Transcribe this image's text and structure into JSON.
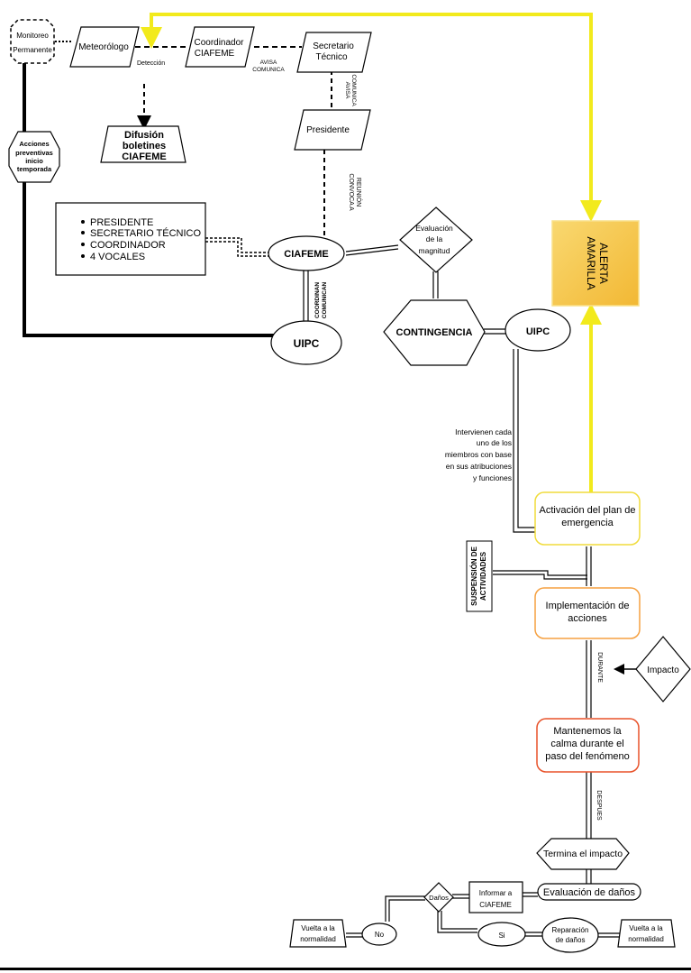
{
  "nodes": {
    "monitoreo": [
      "Monitoreo",
      "Permanente"
    ],
    "meteorologo": "Meteorólogo",
    "coordinador": [
      "Coordinador",
      "CIAFEME"
    ],
    "secretario": [
      "Secretario",
      "Técnico"
    ],
    "presidente": "Presidente",
    "difusion": [
      "Difusión",
      "boletines",
      "CIAFEME"
    ],
    "acciones_preventivas": [
      "Acciones",
      "preventivas",
      "inicio",
      "temporada"
    ],
    "members_list": [
      "PRESIDENTE",
      "SECRETARIO TÉCNICO",
      "COORDINADOR",
      "4 VOCALES"
    ],
    "ciafeme": "CIAFEME",
    "evaluacion_magnitud": [
      "Evaluación",
      "de la",
      "magnitud"
    ],
    "uipc_left": "UIPC",
    "contingencia": "CONTINGENCIA",
    "uipc_right": "UIPC",
    "alerta": [
      "ALERTA",
      "AMARILLA"
    ],
    "intervienen": [
      "Intervienen cada",
      "uno de los",
      "miembros con base",
      "en sus atribuciones",
      "y funciones"
    ],
    "activacion": [
      "Activación del plan de",
      "emergencia"
    ],
    "suspension": [
      "SUSPENSIÓN DE",
      "ACTIVIDADES"
    ],
    "implementacion": [
      "Implementación de",
      "acciones"
    ],
    "impacto": "Impacto",
    "mantenemos": [
      "Mantenemos la",
      "calma durante el",
      "paso del fenómeno"
    ],
    "termina": "Termina el impacto",
    "evaluacion_danos": "Evaluación de daños",
    "informar": [
      "Informar a",
      "CIAFEME"
    ],
    "danos": "Daños",
    "no": "No",
    "si": "Si",
    "reparacion": [
      "Reparación",
      "de daños"
    ],
    "vuelta_left": [
      "Vuelta a la",
      "normalidad"
    ],
    "vuelta_right": [
      "Vuelta a la",
      "normalidad"
    ]
  },
  "edge_labels": {
    "deteccion": "Detección",
    "avisa_comunica_h": [
      "AVISA",
      "COMUNICA"
    ],
    "avisa_comunica_v": [
      "AVISA",
      "COMUNICA"
    ],
    "convoca": [
      "CONVOCA A",
      "REUNIÓN"
    ],
    "coordinan": [
      "COORDINAN",
      "COMUNICAN"
    ],
    "durante": "DURANTE",
    "despues": "DESPUES"
  },
  "colors": {
    "alert_fill": "#f7c744",
    "alert_edge": "#f9e08a",
    "yellow_line": "#f2ea1c",
    "yellow_border": "#f0dc3c",
    "orange_border": "#f5a040",
    "red_border": "#e8522a"
  }
}
